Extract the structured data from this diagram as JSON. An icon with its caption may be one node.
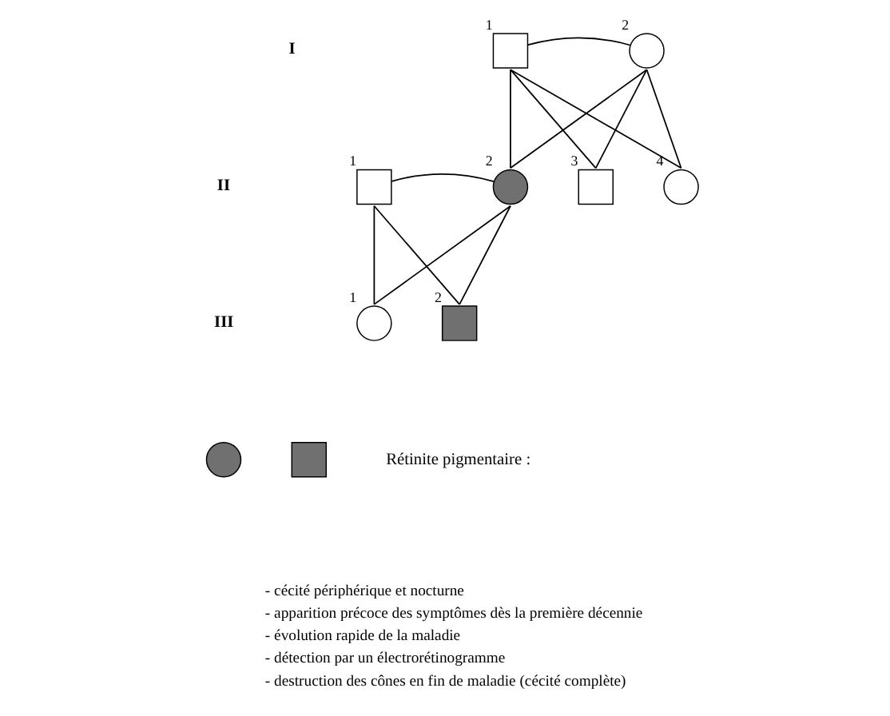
{
  "diagram": {
    "nodes": [
      {
        "text": [],
        "shape": "box",
        "beside": [
          "1"
        ]
      },
      {
        "text": [],
        "shape": "circle",
        "beside": [
          "2"
        ]
      },
      {
        "text": [],
        "shape": "box",
        "beside": [
          "1"
        ]
      },
      {
        "text": [],
        "shape": "circle",
        "beside": [
          "2"
        ]
      },
      {
        "text": [],
        "shape": "box",
        "beside": [
          "3"
        ]
      },
      {
        "text": [],
        "shape": "circle",
        "beside": [
          "4"
        ]
      },
      {
        "text": [],
        "shape": "circle",
        "beside": [
          "1"
        ]
      },
      {
        "text": [],
        "shape": "box",
        "beside": [
          "2"
        ]
      },
      {
        "text": [],
        "shape": "circle"
      },
      {
        "text": [],
        "shape": "box"
      }
    ],
    "edges": [
      {
        "from": 0,
        "to": 1,
        "arrow": "none"
      },
      {
        "from": 0,
        "to": 3,
        "arrow": "none"
      },
      {
        "from": 1,
        "to": 3,
        "arrow": "none"
      },
      {
        "from": 0,
        "to": 4,
        "arrow": "none"
      },
      {
        "from": 1,
        "to": 4,
        "arrow": "none"
      },
      {
        "from": 0,
        "to": 5,
        "arrow": "none"
      },
      {
        "from": 1,
        "to": 5,
        "arrow": "none"
      },
      {
        "from": 2,
        "to": 3,
        "arrow": "none"
      },
      {
        "from": 2,
        "to": 6,
        "arrow": "none"
      },
      {
        "from": 3,
        "to": 6,
        "arrow": "none"
      },
      {
        "from": 2,
        "to": 7,
        "arrow": "none"
      },
      {
        "from": 3,
        "to": 7,
        "arrow": "none"
      }
    ],
    "labels": [
      "I",
      "II",
      "III",
      "- cécité périphérique et nocturne",
      "- apparition précoce des symptômes dès la première décennie",
      "- évolution rapide de la maladie",
      "- détection par un électrorétinogramme",
      "- destruction des cônes en fin de maladie (cécité complète)"
    ],
    "legend": [
      {
        "text": "Rétinite pigmentaire :"
      }
    ]
  }
}
